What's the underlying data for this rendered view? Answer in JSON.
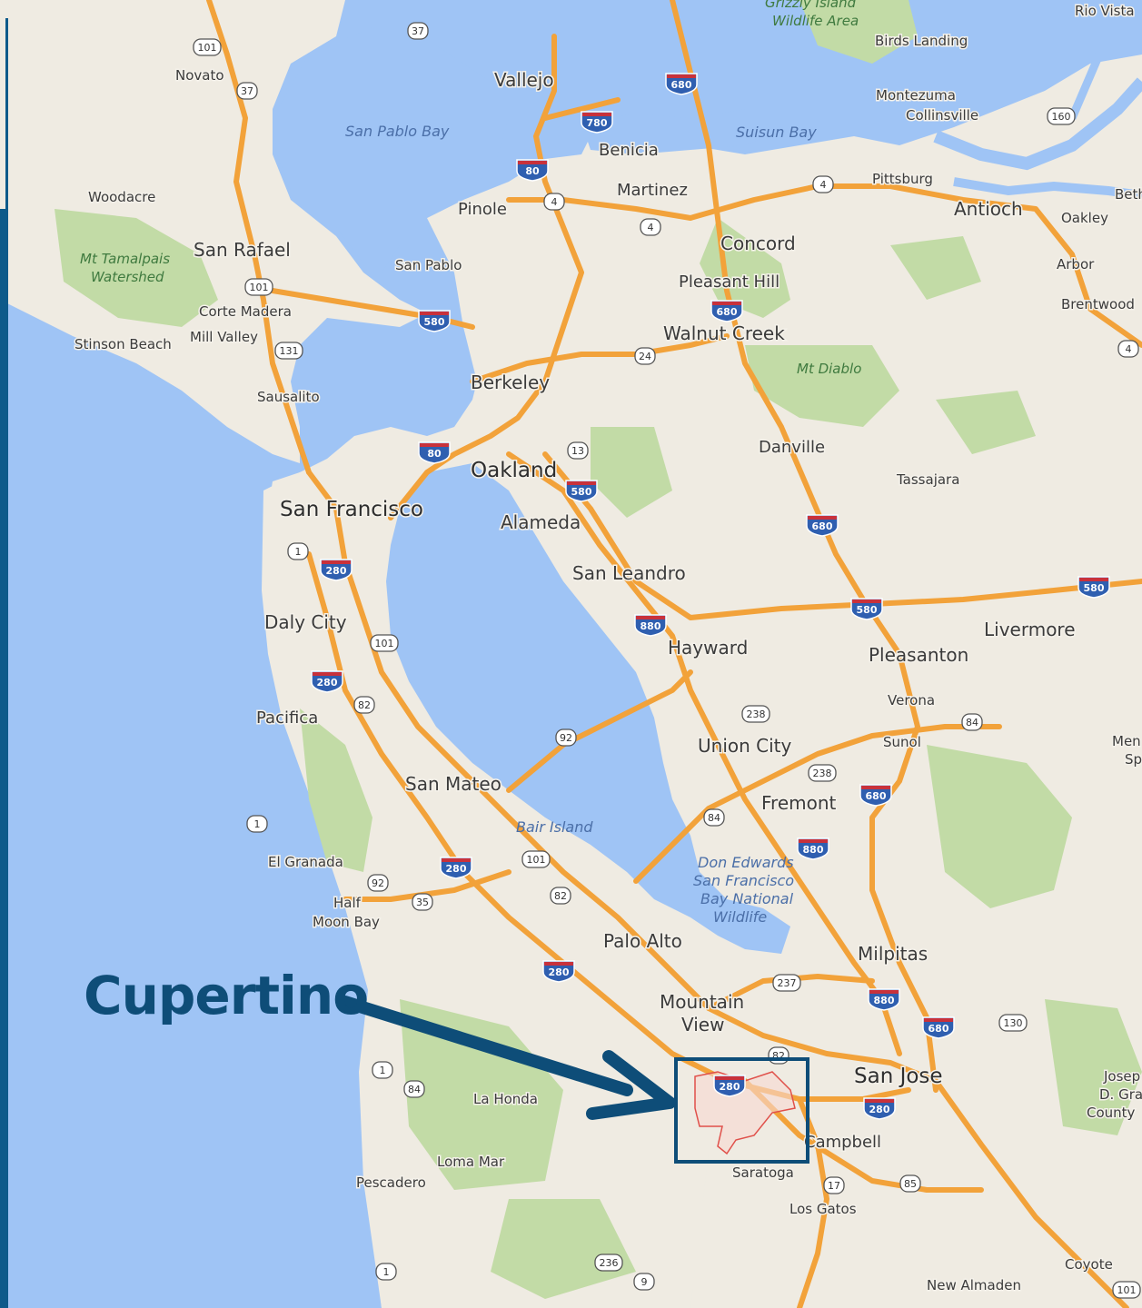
{
  "callout": {
    "label": "Cupertino",
    "arrow_color": "#0e4d78",
    "box_color": "#0e4d78",
    "boundary_color": "#e0504a"
  },
  "colors": {
    "water": "#9fc4f5",
    "land": "#efebe2",
    "park": "#c2dba6",
    "highway": "#f2a23a"
  },
  "places": {
    "san_francisco": "San Francisco",
    "oakland": "Oakland",
    "san_jose": "San Jose",
    "concord": "Concord",
    "antioch": "Antioch",
    "vallejo": "Vallejo",
    "san_rafael": "San Rafael",
    "berkeley": "Berkeley",
    "alameda": "Alameda",
    "san_leandro": "San Leandro",
    "hayward": "Hayward",
    "fremont": "Fremont",
    "union_city": "Union City",
    "palo_alto": "Palo Alto",
    "mountain_view": "Mountain",
    "mountain_view_2": "View",
    "milpitas": "Milpitas",
    "san_mateo": "San Mateo",
    "daly_city": "Daly City",
    "pacifica": "Pacifica",
    "livermore": "Livermore",
    "pleasanton": "Pleasanton",
    "walnut_creek": "Walnut Creek",
    "pleasant_hill": "Pleasant Hill",
    "danville": "Danville",
    "martinez": "Martinez",
    "benicia": "Benicia",
    "pinole": "Pinole",
    "san_pablo": "San Pablo",
    "novato": "Novato",
    "woodacre": "Woodacre",
    "corte_madera": "Corte Madera",
    "mill_valley": "Mill Valley",
    "stinson_beach": "Stinson Beach",
    "sausalito": "Sausalito",
    "pittsburg": "Pittsburg",
    "oakley": "Oakley",
    "brentwood": "Brentwood",
    "arbor": "Arbor",
    "tassajara": "Tassajara",
    "verona": "Verona",
    "sunol": "Sunol",
    "campbell": "Campbell",
    "saratoga": "Saratoga",
    "los_gatos": "Los Gatos",
    "el_granada": "El Granada",
    "half_moon_bay": "Half",
    "half_moon_bay_2": "Moon Bay",
    "la_honda": "La Honda",
    "loma_mar": "Loma Mar",
    "pescadero": "Pescadero",
    "coyote": "Coyote",
    "new_almaden": "New Almaden",
    "birds_landing": "Birds Landing",
    "montezuma": "Montezuma",
    "collinsville": "Collinsville",
    "rio_vista": "Rio Vista",
    "bethel": "Beth",
    "menlo": "Men",
    "menlo_2": "Sp",
    "joseph": "Josep",
    "joseph_2": "D. Gra",
    "joseph_3": "County"
  },
  "water_labels": {
    "san_pablo_bay": "San Pablo Bay",
    "suisun_bay": "Suisun Bay",
    "bair_island": "Bair Island",
    "don_edwards": "Don Edwards",
    "don_edwards_2": "San Francisco",
    "don_edwards_3": "Bay National",
    "don_edwards_4": "Wildlife"
  },
  "park_labels": {
    "tamalpais": "Mt Tamalpais",
    "tamalpais_2": "Watershed",
    "mt_diablo": "Mt Diablo",
    "grizzly": "Grizzly Island",
    "grizzly_2": "Wildlife Area"
  },
  "interstate_shields": {
    "i680_top": "680",
    "i780": "780",
    "i80_n": "80",
    "i580_rich": "580",
    "i680_wc": "680",
    "i80_sf": "80",
    "i580_oak": "580",
    "i280_sf": "280",
    "i280_dc": "280",
    "i880_hay": "880",
    "i680_dan": "680",
    "i580_liv": "580",
    "i580_east": "580",
    "i680_fre": "680",
    "i880_fre": "880",
    "i280_sm": "280",
    "i280_pa": "280",
    "i880_mil": "880",
    "i680_sj": "680",
    "i280_cup": "280",
    "i280_sj": "280"
  },
  "state_shields": {
    "r101_nov": "101",
    "r37": "37",
    "r37b": "37",
    "r4_pin": "4",
    "r4_mar": "4",
    "r4_pit": "4",
    "r160": "160",
    "r101_sr": "101",
    "r131": "131",
    "r24": "24",
    "r13": "13",
    "r1_sf": "1",
    "r101_sf": "101",
    "r82_dc": "82",
    "r92": "92",
    "r238": "238",
    "r238b": "238",
    "r84_uc": "84",
    "r84_liv": "84",
    "r1_hmb": "1",
    "r92_hmb": "92",
    "r35": "35",
    "r101_sm": "101",
    "r82_pa": "82",
    "r237": "237",
    "r130": "130",
    "r82_sj": "82",
    "r17": "17",
    "r85": "85",
    "r1_sc": "1",
    "r84_lh": "84",
    "r1_pes": "1",
    "r236": "236",
    "r9": "9",
    "r101_cy": "101",
    "r4_east": "4"
  }
}
